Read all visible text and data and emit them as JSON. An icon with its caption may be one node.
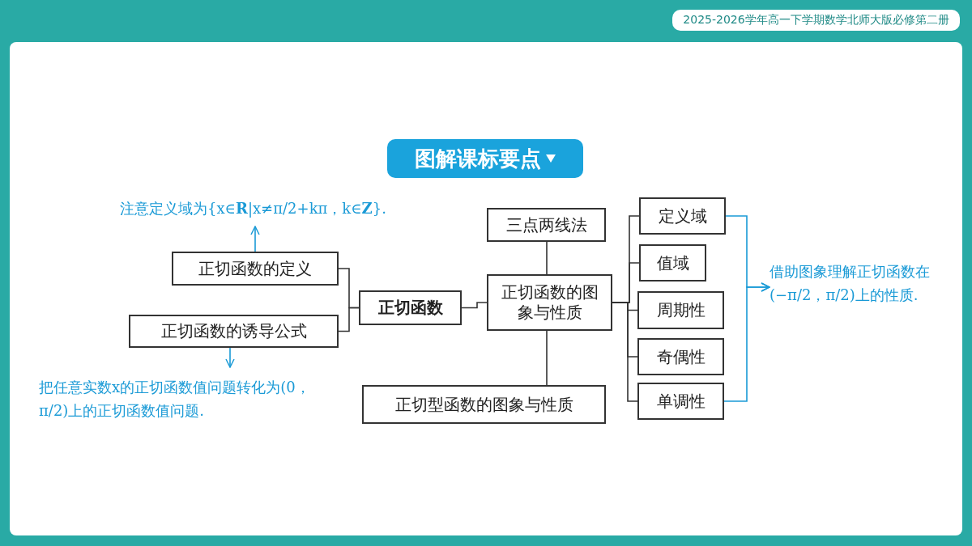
{
  "diagram": {
    "title": "图解课标要点",
    "nodes": [
      {
        "text": [
          "正切函数的定义"
        ]
      },
      {
        "text": [
          "正切函数的诱导公式"
        ]
      },
      {
        "text": [
          "正切函数"
        ]
      },
      {
        "text": [
          "三点两线法"
        ]
      },
      {
        "text": [
          "正切函数的图象与性质"
        ]
      },
      {
        "text": [
          "正切型函数的图象与性质"
        ]
      },
      {
        "text": [
          "定义域"
        ]
      },
      {
        "text": [
          "值域"
        ]
      },
      {
        "text": [
          "周期性"
        ]
      },
      {
        "text": [
          "奇偶性"
        ]
      },
      {
        "text": [
          "单调性"
        ]
      },
      {
        "text": [
          "注意定义域为{x∈**R**|x≠π/2+kπ，k∈**Z**}."
        ]
      },
      {
        "text": [
          "把任意实数x的正切函数值问题转化为(0，π/2)上的正切函数值问题."
        ]
      },
      {
        "text": [
          "借助图象理解正切函数在(−π/2，π/2)上的性质."
        ]
      }
    ],
    "edges": [
      {
        "from": 0,
        "to": 2,
        "arrow": "none"
      },
      {
        "from": 1,
        "to": 2,
        "arrow": "none"
      },
      {
        "from": 2,
        "to": 4,
        "arrow": "none"
      },
      {
        "from": 3,
        "to": 4,
        "arrow": "none"
      },
      {
        "from": 4,
        "to": 5,
        "arrow": "none"
      },
      {
        "from": 4,
        "to": 6,
        "arrow": "none"
      },
      {
        "from": 4,
        "to": 7,
        "arrow": "none"
      },
      {
        "from": 4,
        "to": 8,
        "arrow": "none"
      },
      {
        "from": 4,
        "to": 9,
        "arrow": "none"
      },
      {
        "from": 4,
        "to": 10,
        "arrow": "none"
      },
      {
        "from": 0,
        "to": 11,
        "arrow": "to",
        "color": "#1a9ad6"
      },
      {
        "from": 1,
        "to": 12,
        "arrow": "to",
        "color": "#1a9ad6"
      },
      {
        "from": 6,
        "to": 13,
        "arrow": "to",
        "color": "#1a9ad6"
      },
      {
        "from": 10,
        "to": 13,
        "arrow": "to",
        "color": "#1a9ad6"
      }
    ],
    "labels": [
      "2025-2026学年高一下学期数学北师大版必修第二册"
    ]
  }
}
